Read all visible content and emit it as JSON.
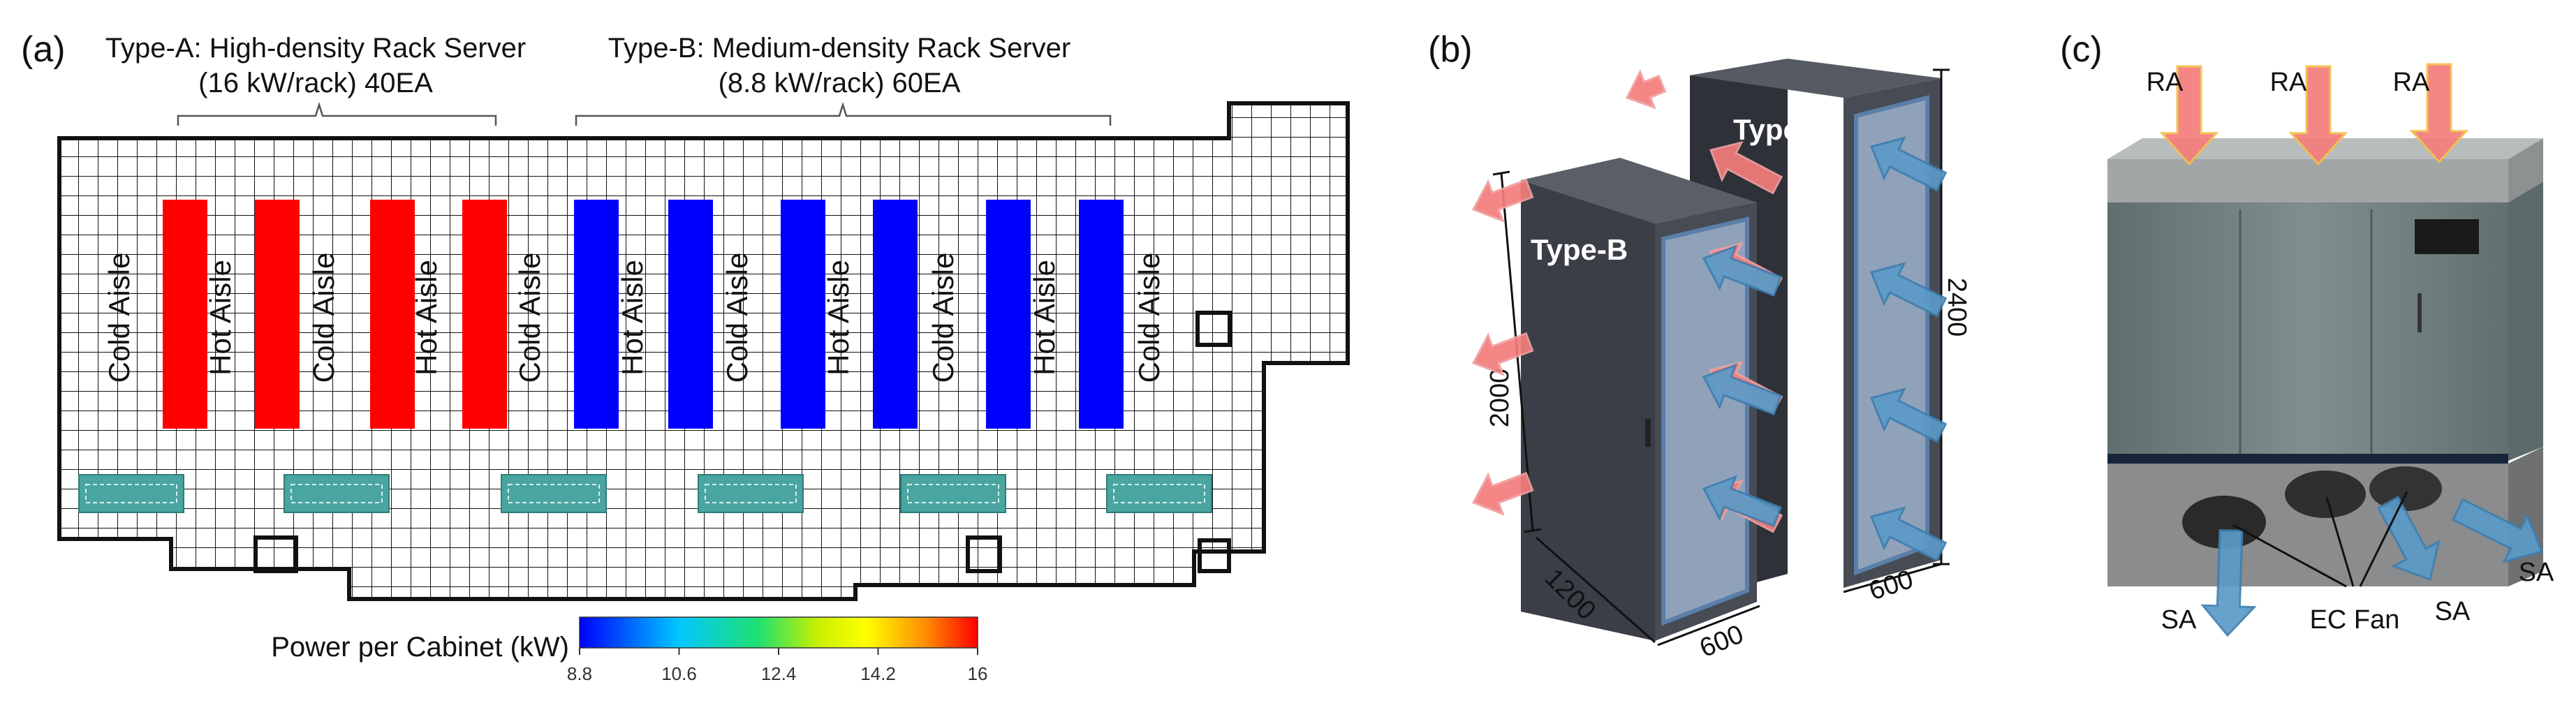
{
  "panel_a": {
    "label": "(a)",
    "type_a_line1": "Type-A: High-density Rack Server",
    "type_a_line2": "(16 kW/rack) 40EA",
    "type_b_line1": "Type-B: Medium-density Rack Server",
    "type_b_line2": "(8.8 kW/rack) 60EA",
    "aisles": [
      "Cold Aisle",
      "Hot Aisle",
      "Cold Aisle",
      "Hot Aisle",
      "Cold Aisle",
      "Hot Aisle",
      "Cold Aisle",
      "Hot Aisle",
      "Cold Aisle",
      "Hot Aisle",
      "Cold Aisle"
    ],
    "rack_rows": [
      {
        "type": "Type-A",
        "power_kw": 16,
        "color": "#ff0000"
      },
      {
        "type": "Type-A",
        "power_kw": 16,
        "color": "#ff0000"
      },
      {
        "type": "Type-A",
        "power_kw": 16,
        "color": "#ff0000"
      },
      {
        "type": "Type-A",
        "power_kw": 16,
        "color": "#ff0000"
      },
      {
        "type": "Type-B",
        "power_kw": 8.8,
        "color": "#0000ff"
      },
      {
        "type": "Type-B",
        "power_kw": 8.8,
        "color": "#0000ff"
      },
      {
        "type": "Type-B",
        "power_kw": 8.8,
        "color": "#0000ff"
      },
      {
        "type": "Type-B",
        "power_kw": 8.8,
        "color": "#0000ff"
      },
      {
        "type": "Type-B",
        "power_kw": 8.8,
        "color": "#0000ff"
      },
      {
        "type": "Type-B",
        "power_kw": 8.8,
        "color": "#0000ff"
      }
    ],
    "crah_units": 6,
    "crah_color": "#4aa5a0",
    "colorbar": {
      "title": "Power per Cabinet (kW)",
      "ticks": [
        "8.8",
        "10.6",
        "12.4",
        "14.2",
        "16"
      ],
      "min": 8.8,
      "max": 16
    }
  },
  "panel_b": {
    "label": "(b)",
    "type_a": "Type-A",
    "type_b": "Type-B",
    "dim_height_b": "2000",
    "dim_height_a": "2400",
    "dim_depth": "1200",
    "dim_width_b": "600",
    "dim_width_a": "600",
    "cabinet_color": "#4a4e57",
    "door_color": "#8e9fb8",
    "inflow_color": "#5b9bc8",
    "outflow_color": "#f47c7c"
  },
  "panel_c": {
    "label": "(c)",
    "ra_labels": [
      "RA",
      "RA",
      "RA"
    ],
    "sa_labels": [
      "SA",
      "SA",
      "SA"
    ],
    "fan_label": "EC Fan",
    "ra_color": "#f47c7c",
    "sa_color": "#5b9bc8"
  }
}
